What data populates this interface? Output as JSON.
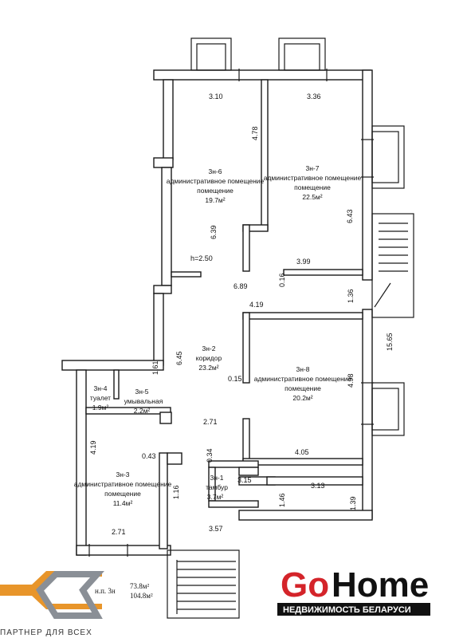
{
  "rooms": {
    "r6": {
      "id": "3н-6",
      "name": "административное помещение",
      "area": "19.7м²"
    },
    "r7": {
      "id": "3н-7",
      "name": "административное помещение",
      "area": "22.5м²"
    },
    "r2": {
      "id": "3н-2",
      "name": "коридор",
      "area": "23.2м²"
    },
    "r4": {
      "id": "3н-4",
      "name": "туалет",
      "area": "1.9м²"
    },
    "r5": {
      "id": "3н-5",
      "name": "умывальная",
      "area": "2.2м²"
    },
    "r8": {
      "id": "3н-8",
      "name": "административное помещение",
      "area": "20.2м²"
    },
    "r3": {
      "id": "3н-3",
      "name": "административное помещение",
      "area": "11.4м²"
    },
    "r1": {
      "id": "3н-1",
      "name": "тамбур",
      "area": "3.7м²"
    }
  },
  "height_note": "h=2.50",
  "dimensions": {
    "d310": "3.10",
    "d336": "3.36",
    "d478": "4.78",
    "d639": "6.39",
    "d643": "6.43",
    "d399": "3.99",
    "d689": "6.89",
    "d016": "0.16",
    "d419a": "4.19",
    "d136": "1.36",
    "d1565": "15.65",
    "d645": "6.45",
    "d161": "1.61",
    "d015": "0.15",
    "d498": "4.98",
    "d271a": "2.71",
    "d419b": "4.19",
    "d043": "0.43",
    "d034": "0.34",
    "d405": "4.05",
    "d315": "3.15",
    "d313": "3.13",
    "d146": "1.46",
    "d139": "1.39",
    "d116": "1.16",
    "d357": "3.57",
    "d271b": "2.71"
  },
  "totals": {
    "label": "н.п. 3н",
    "area1": "73.8м²",
    "area2": "104.8м²"
  },
  "branding": {
    "logo_go": "Go",
    "logo_home": "Home",
    "logo_tagline": "НЕДВИЖИМОСТЬ БЕЛАРУСИ",
    "partner_text": "ПАРТНЕР ДЛЯ ВСЕХ",
    "colors": {
      "brand_red": "#d4242a",
      "partner_orange": "#e8952a",
      "partner_gray": "#8a8f96"
    }
  }
}
